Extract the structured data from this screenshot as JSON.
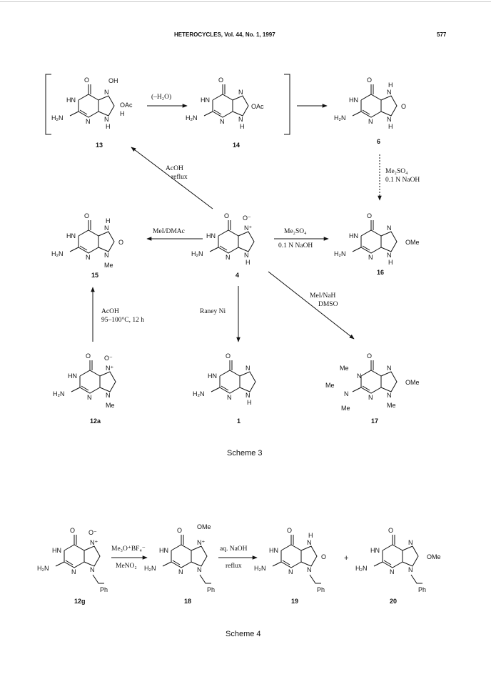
{
  "header": {
    "journal": "HETEROCYCLES, Vol. 44, No. 1, 1997",
    "page": "577"
  },
  "scheme3": {
    "caption": "Scheme 3",
    "compounds": {
      "c13": "13",
      "c14": "14",
      "c6": "6",
      "c15": "15",
      "c4": "4",
      "c16": "16",
      "c12a": "12a",
      "c1": "1",
      "c17": "17"
    },
    "conditions": {
      "dehydration": "(–H₂O)",
      "acoh_reflux_1": "AcOH",
      "acoh_reflux_2": "reflux",
      "me2so4_top_1": "Me₂SO₄",
      "me2so4_top_2": "0.1 N NaOH",
      "mei_dmac": "MeI/DMAc",
      "me2so4_mid_1": "Me₂SO₄",
      "me2so4_mid_2": "0.1 N NaOH",
      "acoh_heat_1": "AcOH",
      "acoh_heat_2": "95–100°C, 12 h",
      "raney": "Raney Ni",
      "mei_nah_1": "MeI/NaH",
      "mei_nah_2": "DMSO"
    }
  },
  "scheme4": {
    "caption": "Scheme 4",
    "compounds": {
      "c12g": "12g",
      "c18": "18",
      "c19": "19",
      "c20": "20"
    },
    "conditions": {
      "meerwein_1": "Me₃O⁺BF₄⁻",
      "meerwein_2": "MeNO₂",
      "naoh_1": "aq. NaOH",
      "naoh_2": "reflux"
    },
    "plus": "+"
  },
  "atoms": {
    "O": "O",
    "OH": "OH",
    "HN": "HN",
    "N": "N",
    "H": "H",
    "H2N": "H₂N",
    "OAc": "OAc",
    "OMe": "OMe",
    "Me": "Me",
    "Ph": "Ph",
    "Nplus": "N⁺",
    "Ominus": "O⁻"
  }
}
